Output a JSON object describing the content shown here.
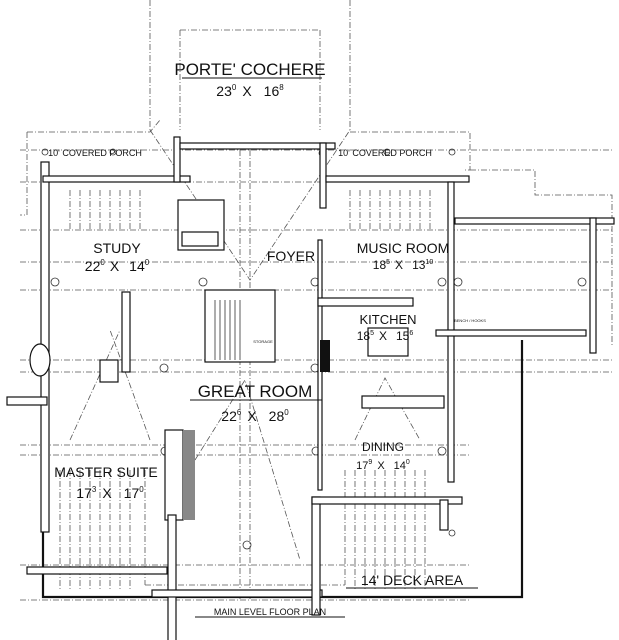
{
  "title": "MAIN LEVEL FLOOR PLAN",
  "rooms": {
    "porte_cochere": {
      "name": "PORTE' COCHERE",
      "w": "23",
      "wi": "0",
      "x": "X",
      "h": "16",
      "hi": "8"
    },
    "porch_left": {
      "name": "10' COVERED PORCH"
    },
    "porch_right": {
      "name": "10' COVERED PORCH"
    },
    "study": {
      "name": "STUDY",
      "w": "22",
      "wi": "0",
      "x": "X",
      "h": "14",
      "hi": "0"
    },
    "foyer": {
      "name": "FOYER"
    },
    "music_room": {
      "name": "MUSIC ROOM",
      "w": "18",
      "wi": "5",
      "x": "X",
      "h": "13",
      "hi": "10"
    },
    "kitchen": {
      "name": "KITCHEN",
      "w": "18",
      "wi": "5",
      "x": "X",
      "h": "15",
      "hi": "6"
    },
    "great_room": {
      "name": "GREAT ROOM",
      "w": "22",
      "wi": "6",
      "x": "X",
      "h": "28",
      "hi": "0"
    },
    "dining": {
      "name": "DINING",
      "w": "17",
      "wi": "9",
      "x": "X",
      "h": "14",
      "hi": "0"
    },
    "master_suite": {
      "name": "MASTER SUITE",
      "w": "17",
      "wi": "3",
      "x": "X",
      "h": "17",
      "hi": "0"
    },
    "deck": {
      "name": "14' DECK AREA"
    }
  },
  "small_labels": {
    "storage": "STORAGE",
    "bench_hooks": "BENCH / HOOKS"
  }
}
